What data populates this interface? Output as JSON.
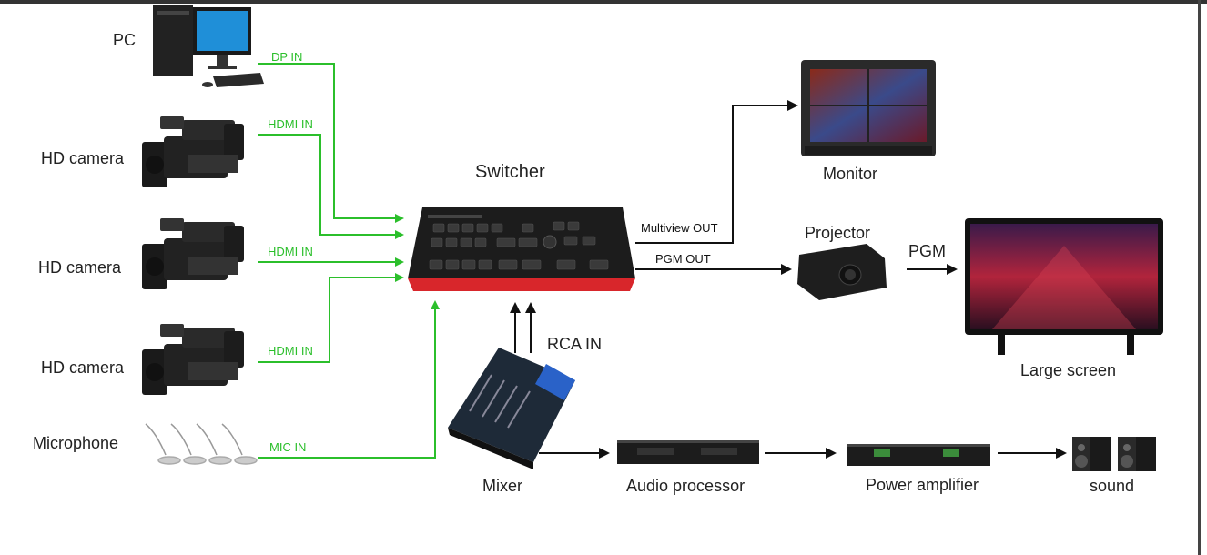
{
  "nodes": {
    "pc": "PC",
    "camera1": "HD camera",
    "camera2": "HD camera",
    "camera3": "HD camera",
    "microphone": "Microphone",
    "switcher": "Switcher",
    "monitor": "Monitor",
    "projector": "Projector",
    "large_screen": "Large screen",
    "mixer": "Mixer",
    "audio_processor": "Audio processor",
    "power_amplifier": "Power amplifier",
    "sound": "sound"
  },
  "edges": {
    "dp_in": "DP IN",
    "hdmi_in_1": "HDMI IN",
    "hdmi_in_2": "HDMI IN",
    "hdmi_in_3": "HDMI IN",
    "mic_in": "MIC IN",
    "multiview_out": "Multiview OUT",
    "pgm_out": "PGM OUT",
    "pgm": "PGM",
    "rca_in": "RCA IN"
  },
  "colors": {
    "input_line": "#2bbf2b",
    "output_line": "#111111",
    "switcher_body": "#1c1c1c",
    "switcher_base": "#d8262b"
  }
}
